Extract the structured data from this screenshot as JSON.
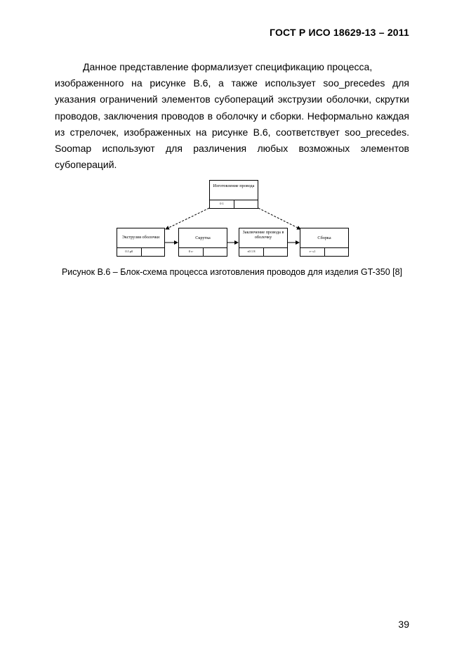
{
  "header": {
    "doc_id": "ГОСТ Р ИСО 18629-13 – 2011"
  },
  "body": {
    "paragraph_first_line": "Данное представление формализует спецификацию процесса,",
    "paragraph_rest": "изображенного на рисунке В.6, а также использует soo_precedes для указания ограничений элементов субопераций экструзии оболочки, скрутки проводов, заключения проводов в оболочку и сборки. Неформально каждая из стрелочек, изображенных на рисунке В.6, соответствует soo_precedes. Soomap используют для различения любых возможных элементов субопераций."
  },
  "diagram": {
    "top_box": {
      "title": "Изготовление провода",
      "foot": "0 1"
    },
    "boxes": [
      {
        "title": "Экструзия оболочки",
        "foot": "0 J p0"
      },
      {
        "title": "Скрутка",
        "foot": "0 s-"
      },
      {
        "title": "Заключение провода в оболочку",
        "foot": "т0 1 8"
      },
      {
        "title": "Сборка",
        "foot": "т- s1"
      }
    ]
  },
  "caption": "Рисунок В.6 – Блок-схема процесса изготовления проводов для изделия GT-350 [8]",
  "page_number": "39"
}
